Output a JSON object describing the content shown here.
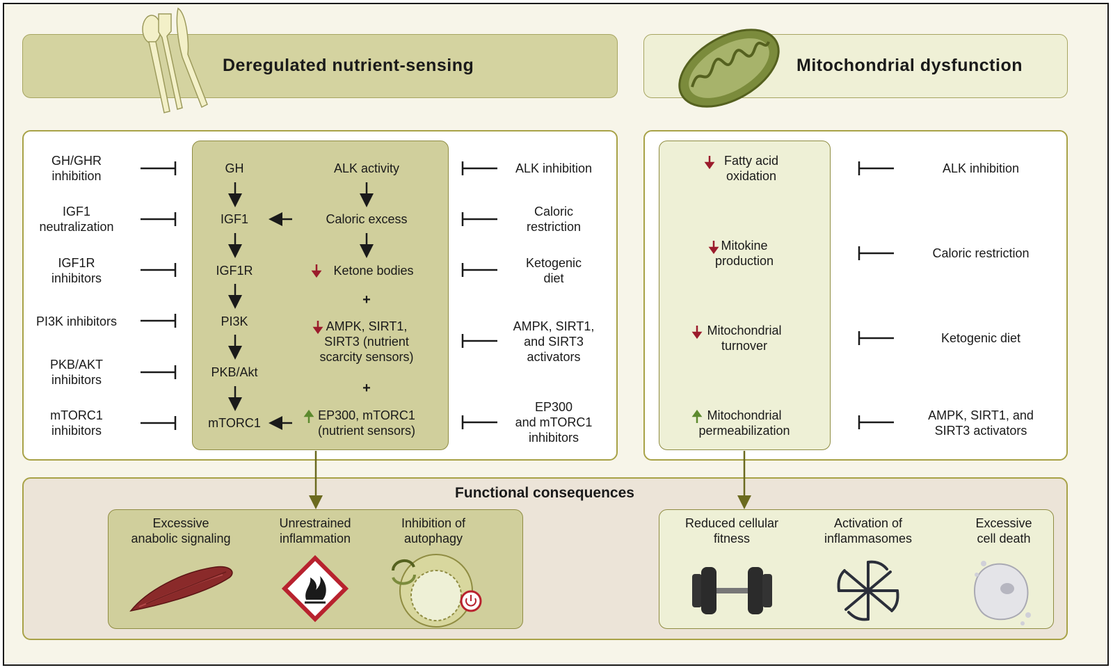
{
  "headers": {
    "nutrient": "Deregulated nutrient-sensing",
    "mito": "Mitochondrial dysfunction"
  },
  "nutrient_panel": {
    "left_interventions": [
      "GH/GHR\ninhibition",
      "IGF1\nneutralization",
      "IGF1R\ninhibitors",
      "PI3K inhibitors",
      "PKB/AKT\ninhibitors",
      "mTORC1\ninhibitors"
    ],
    "pathway": [
      "GH",
      "IGF1",
      "IGF1R",
      "PI3K",
      "PKB/Akt",
      "mTORC1"
    ],
    "nutrient_chain": {
      "alk": "ALK activity",
      "caloric": "Caloric excess",
      "ketone": "Ketone bodies",
      "plus1": "+",
      "ampk": "AMPK, SIRT1,\nSIRT3 (nutrient\nscarcity sensors)",
      "plus2": "+",
      "ep300": "EP300, mTORC1\n(nutrient sensors)"
    },
    "right_interventions": [
      "ALK inhibition",
      "Caloric\nrestriction",
      "Ketogenic\ndiet",
      "AMPK, SIRT1,\nand SIRT3\nactivators",
      "EP300\nand mTORC1\ninhibitors"
    ]
  },
  "mito_panel": {
    "effects": [
      "Fatty acid\noxidation",
      "Mitokine\nproduction",
      "Mitochondrial\nturnover",
      "Mitochondrial\npermeabilization"
    ],
    "interventions": [
      "ALK inhibition",
      "Caloric restriction",
      "Ketogenic diet",
      "AMPK, SIRT1, and\nSIRT3 activators"
    ]
  },
  "consequences": {
    "title": "Functional consequences",
    "left": [
      "Excessive\nanabolic signaling",
      "Unrestrained\ninflammation",
      "Inhibition of\nautophagy"
    ],
    "right": [
      "Reduced cellular\nfitness",
      "Activation of\ninflammasomes",
      "Excessive\ncell death"
    ]
  },
  "colors": {
    "olive": "#cfcf9a",
    "pale_olive": "#eef0d7",
    "down_arrow": "#9b1c2c",
    "up_arrow": "#5c8a2e",
    "consequence_bg": "#ece4d8"
  },
  "icons": [
    "cutlery-icon",
    "mitochondrion-icon",
    "muscle-icon",
    "flame-hazard-icon",
    "autophagy-icon",
    "dumbbell-icon",
    "inflammasome-icon",
    "dying-cell-icon"
  ]
}
